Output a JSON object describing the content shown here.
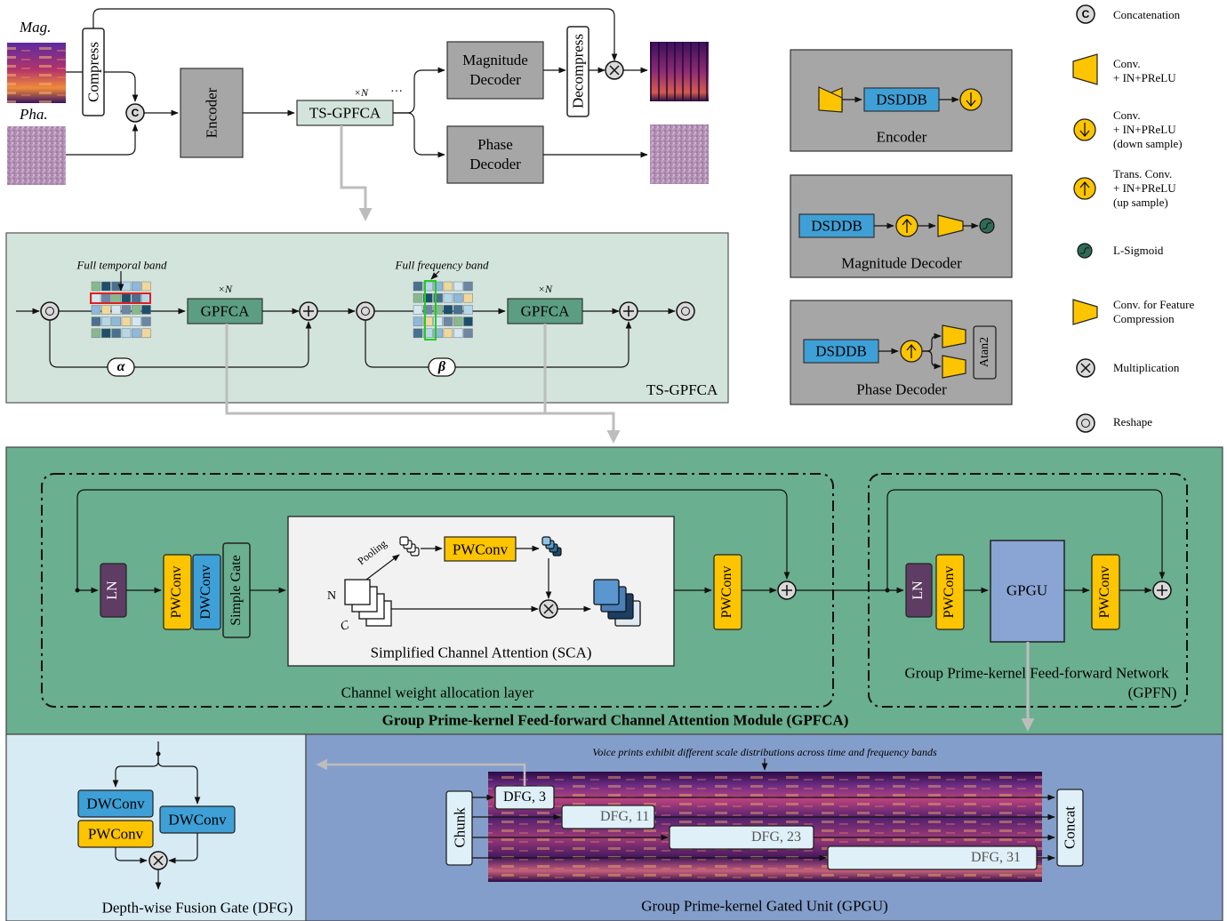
{
  "top": {
    "mag_label": "Mag.",
    "pha_label": "Pha.",
    "compress": "Compress",
    "encoder": "Encoder",
    "ts_gpfca": "TS-GPFCA",
    "times_n": "×N",
    "ellipsis": "···",
    "magnitude_decoder": "Magnitude Decoder",
    "phase_decoder": "Phase Decoder",
    "decompress": "Decompress"
  },
  "ts_block": {
    "full_temporal_band": "Full temporal band",
    "full_frequency_band": "Full frequency band",
    "gpfca_1": "GPFCA",
    "gpfca_2": "GPFCA",
    "times_n_1": "×N",
    "times_n_2": "×N",
    "alpha": "α",
    "beta": "β",
    "caption": "TS-GPFCA"
  },
  "modules": {
    "encoder_box": {
      "dsddb": "DSDDB",
      "caption": "Encoder"
    },
    "magnitude_box": {
      "dsddb": "DSDDB",
      "caption": "Magnitude Decoder"
    },
    "phase_box": {
      "dsddb": "DSDDB",
      "atan2": "Atan2",
      "caption": "Phase Decoder"
    }
  },
  "legend": {
    "concatenation": "Concatenation",
    "conv": "Conv.\n+ IN+PReLU",
    "conv_down": "Conv.\n+ IN+PReLU\n(down sample)",
    "trans_conv_up": "Trans. Conv.\n+ IN+PReLU\n(up sample)",
    "l_sigmoid": "L-Sigmoid",
    "conv_compress": "Conv. for Feature\nCompression",
    "multiplication": "Multiplication",
    "reshape": "Reshape"
  },
  "gpfca": {
    "ln_1": "LN",
    "pwconv_1": "PWConv",
    "dwconv": "DWConv",
    "simple_gate": "Simple Gate",
    "pooling": "Pooling",
    "sca_pwconv": "PWConv",
    "n_label": "N",
    "c_label": "C",
    "sca_caption": "Simplified Channel Attention (SCA)",
    "pwconv_2": "PWConv",
    "cwal_caption": "Channel weight allocation layer",
    "ln_2": "LN",
    "pwconv_3": "PWConv",
    "gpgu": "GPGU",
    "pwconv_4": "PWConv",
    "gpfn_caption_1": "Group Prime-kernel Feed-forward Network",
    "gpfn_caption_2": "(GPFN)",
    "module_title": "Group Prime-kernel Feed-forward Channel Attention Module (GPFCA)"
  },
  "dfg": {
    "dwconv_1": "DWConv",
    "pwconv": "PWConv",
    "dwconv_2": "DWConv",
    "caption": "Depth-wise Fusion Gate (DFG)"
  },
  "gpgu": {
    "annotation": "Voice prints exhibit different scale distributions across time and frequency bands",
    "chunk": "Chunk",
    "dfg3": "DFG, 3",
    "dfg11": "DFG, 11",
    "dfg23": "DFG, 23",
    "dfg31": "DFG, 31",
    "concat": "Concat",
    "caption": "Group Prime-kernel Gated Unit (GPGU)"
  },
  "colors": {
    "gray_block": "#a6a6a6",
    "ts_panel": "#d3e4dc",
    "gpfca_panel": "#6aaf8f",
    "gpfca_box": "#5c9e83",
    "conv_yellow": "#fdc400",
    "dsddb_blue": "#3ea0d6",
    "ln_purple": "#5e3c63",
    "gpgu_blue": "#8aa5d4",
    "dfg_panel": "#d7ebf5",
    "gpgu_panel": "#849ecb",
    "light_box": "#dff0f8"
  }
}
